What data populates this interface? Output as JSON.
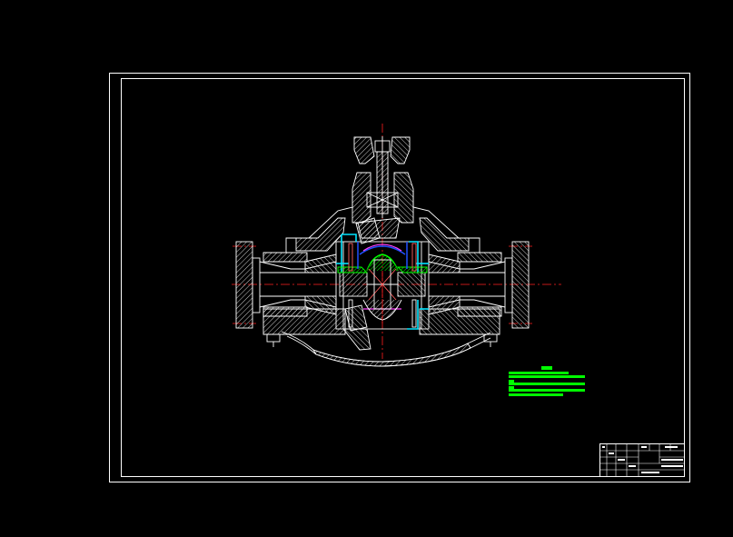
{
  "colors": {
    "background": "#000000",
    "line": "#ffffff",
    "centerline": "#ff2020",
    "seal": "#00e5ff",
    "gear": "#00ff00",
    "blue": "#2050ff",
    "magenta": "#ff40ff",
    "accent": "#ff6060",
    "notes": "#00ff00"
  },
  "drawing": {
    "subject": "differential-assembly-section",
    "notes_lines": 5,
    "title_block": {
      "left_rows": 5,
      "right_rows": 4
    }
  }
}
